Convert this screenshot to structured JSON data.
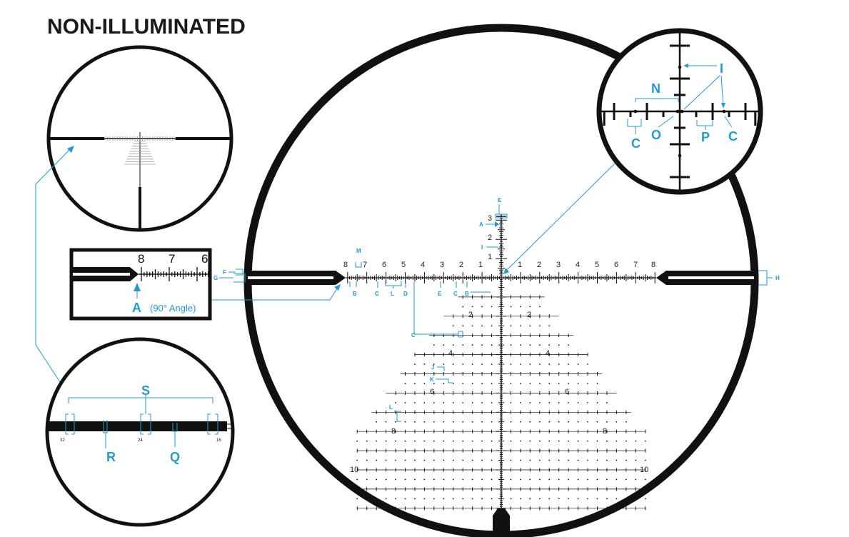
{
  "title": "NON-ILLUMINATED",
  "accent_color": "#1e9ad6",
  "main": {
    "horizontal_numbers": [
      "8",
      "7",
      "6",
      "5",
      "4",
      "3",
      "2",
      "1",
      "1",
      "2",
      "3",
      "4",
      "5",
      "6",
      "7",
      "8"
    ],
    "vertical_numbers_up": [
      "3",
      "2",
      "1"
    ],
    "vertical_numbers_down": [
      "2",
      "4",
      "6",
      "8",
      "10"
    ],
    "labels": {
      "E_top": "E",
      "A_top": "A",
      "I_top": "I",
      "M": "M",
      "B_left": "B",
      "C_left": "C",
      "L": "L",
      "D": "D",
      "E_left": "E",
      "C_left2": "C",
      "B_left2": "B",
      "C_lower": "C",
      "J": "J",
      "K": "K",
      "L_lower": "L",
      "F": "F",
      "G": "G",
      "H": "H"
    }
  },
  "top_right_zoom": {
    "labels": {
      "I": "I",
      "N": "N",
      "O": "O",
      "P": "P",
      "C_left": "C",
      "C_right": "C"
    }
  },
  "mid_left_zoom": {
    "numbers": [
      "8",
      "7",
      "6"
    ],
    "label_A": "A",
    "angle_note": "(90° Angle)"
  },
  "bottom_left_zoom": {
    "numbers": [
      "32",
      "24",
      "16"
    ],
    "labels": {
      "S": "S",
      "R": "R",
      "Q": "Q"
    }
  }
}
